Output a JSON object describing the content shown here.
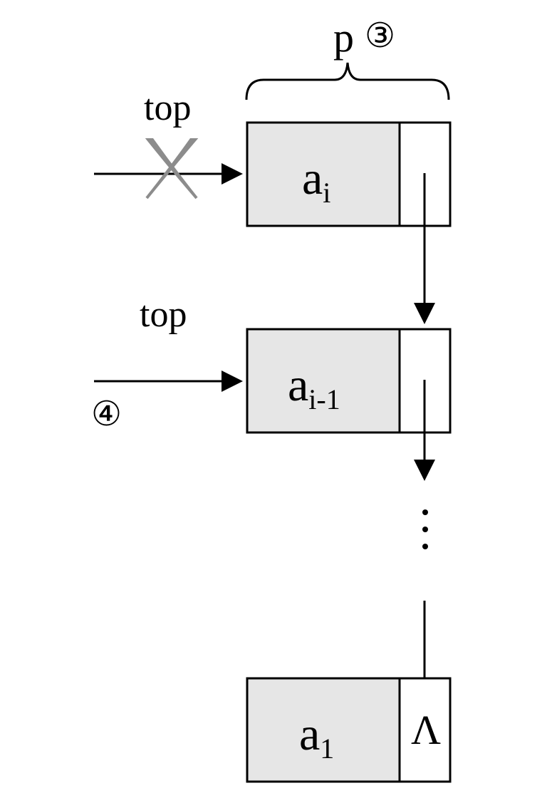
{
  "nodes": {
    "top_node": {
      "label": "a",
      "sub": "i"
    },
    "second_node": {
      "label": "a",
      "sub": "i-1"
    },
    "bottom_node": {
      "label": "a",
      "sub": "1",
      "null_mark": "Λ"
    }
  },
  "labels": {
    "p": "p",
    "step3": "③",
    "step4": "④",
    "top_old": "top",
    "top_new": "top",
    "ellipsis": "⋮"
  },
  "colors": {
    "node_fill": "#e6e6e6",
    "cross_mark": "#8c8c8c"
  }
}
